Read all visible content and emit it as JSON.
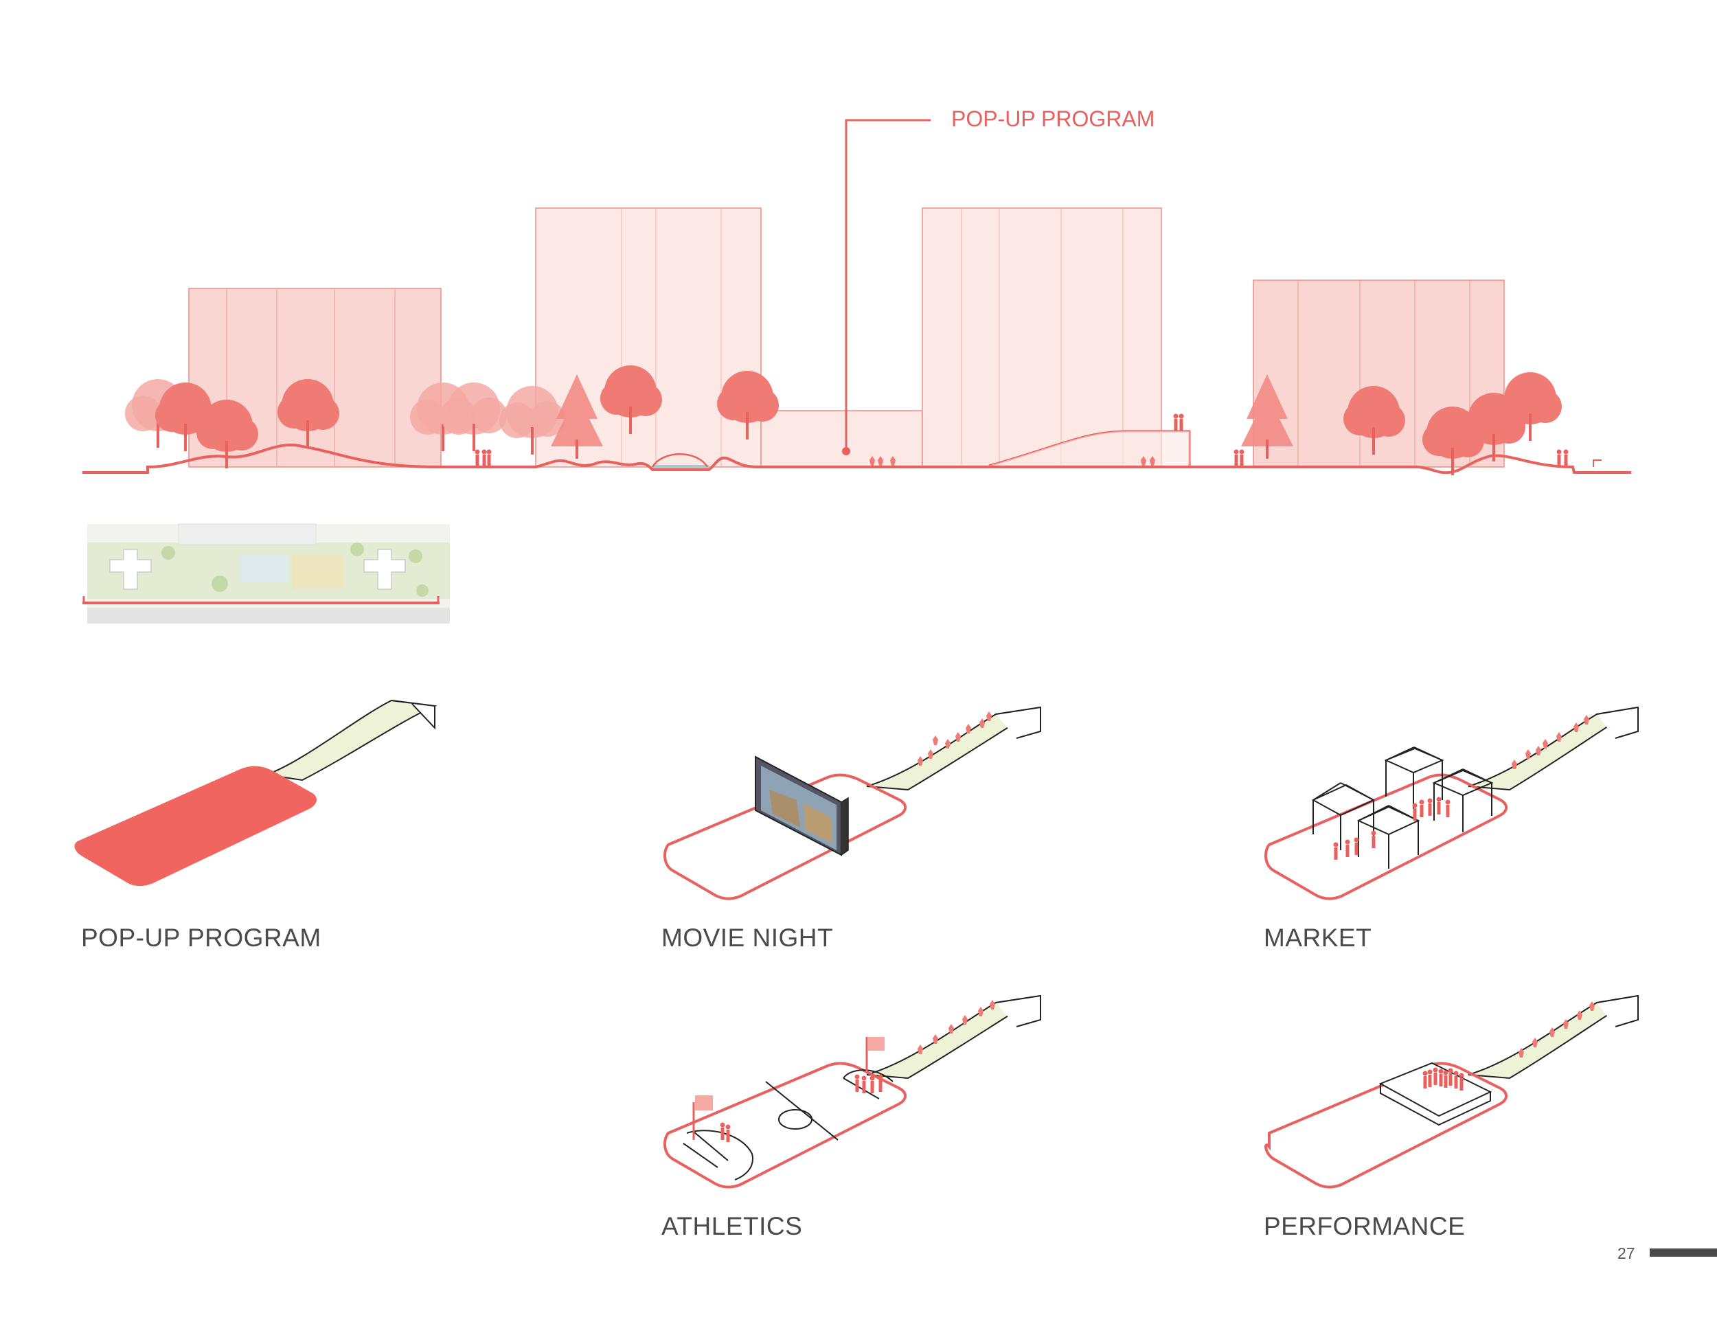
{
  "section_callout": "POP-UP PROGRAM",
  "scenarios": [
    {
      "id": "popup",
      "label": "POP-UP PROGRAM"
    },
    {
      "id": "movie",
      "label": "MOVIE NIGHT"
    },
    {
      "id": "market",
      "label": "MARKET"
    },
    {
      "id": "athletics",
      "label": "ATHLETICS"
    },
    {
      "id": "performance",
      "label": "PERFORMANCE"
    }
  ],
  "page_number": "27",
  "colors": {
    "accent": "#e8615f",
    "building": "#f9d6d1",
    "building_light": "#fce9e6",
    "tree": "#f07b74",
    "tree_light": "#f5a9a3",
    "ramp_green": "#eef2d6",
    "water": "#a9c9d3",
    "text": "#4a4a4a"
  }
}
